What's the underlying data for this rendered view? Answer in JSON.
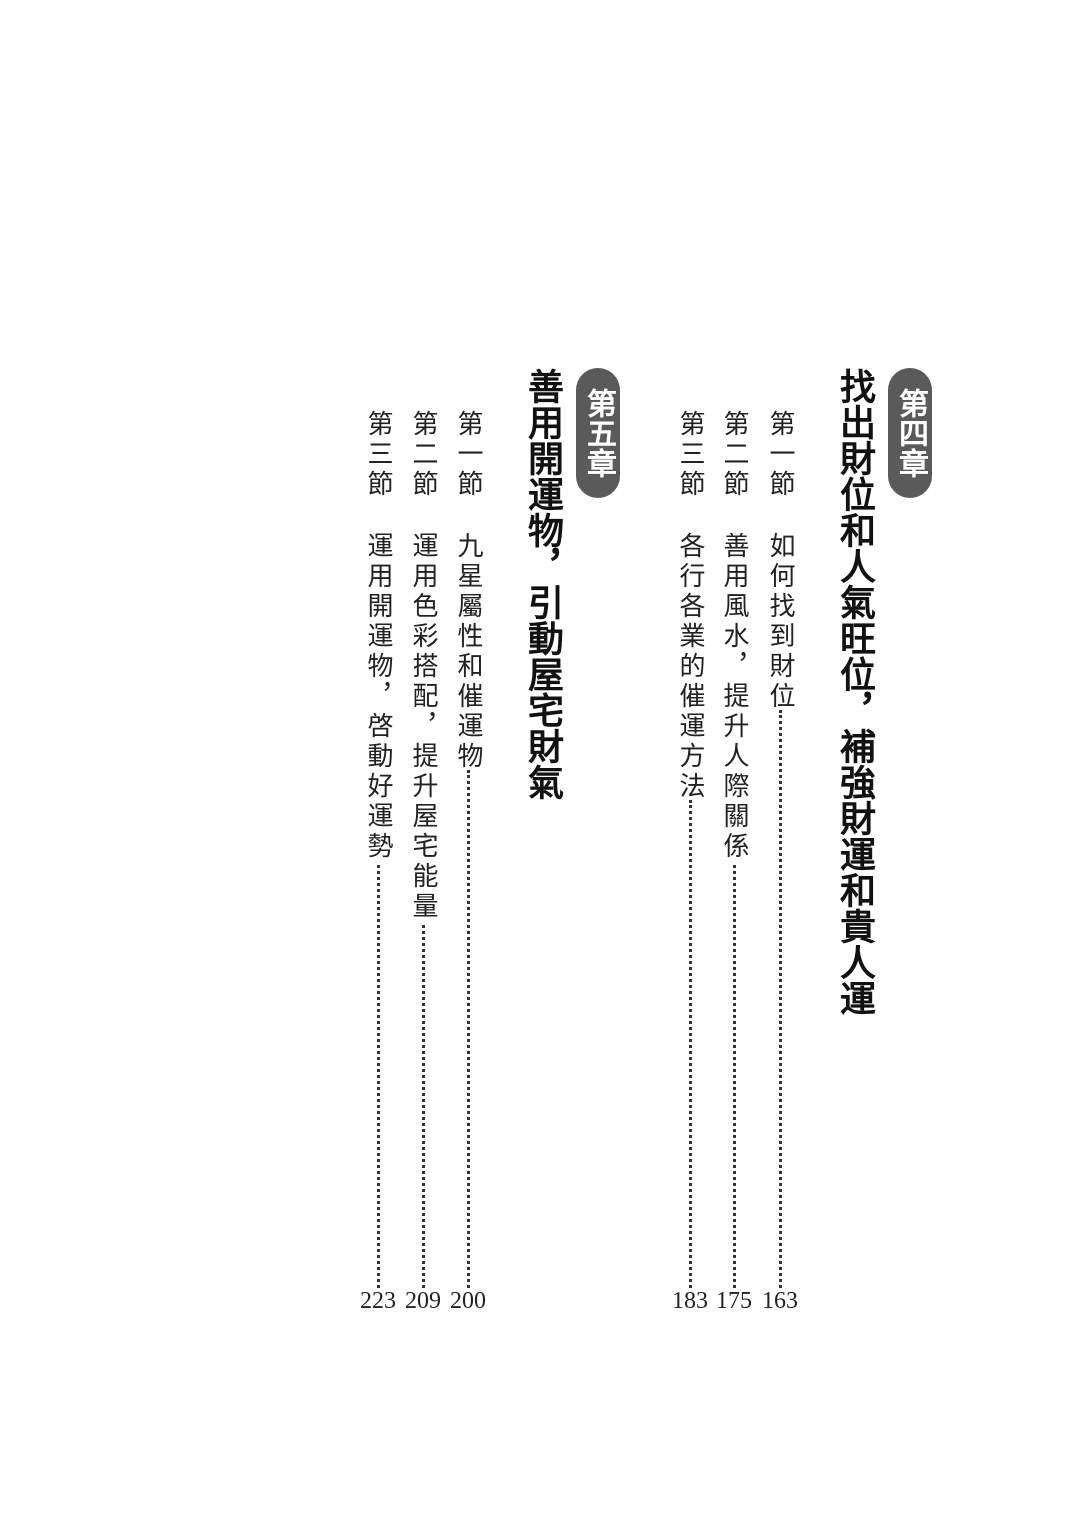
{
  "chapters": [
    {
      "badge": "第四章",
      "title": "找出財位和人氣旺位，補強財運和貴人運",
      "sections": [
        {
          "label": "第一節",
          "title": "如何找到財位",
          "page": "163"
        },
        {
          "label": "第二節",
          "title": "善用風水，提升人際關係",
          "page": "175"
        },
        {
          "label": "第三節",
          "title": "各行各業的催運方法",
          "page": "183"
        }
      ]
    },
    {
      "badge": "第五章",
      "title": "善用開運物，引動屋宅財氣",
      "sections": [
        {
          "label": "第一節",
          "title": "九星屬性和催運物",
          "page": "200"
        },
        {
          "label": "第二節",
          "title": "運用色彩搭配，提升屋宅能量",
          "page": "209"
        },
        {
          "label": "第三節",
          "title": "運用開運物，啓動好運勢",
          "page": "223"
        }
      ]
    }
  ]
}
